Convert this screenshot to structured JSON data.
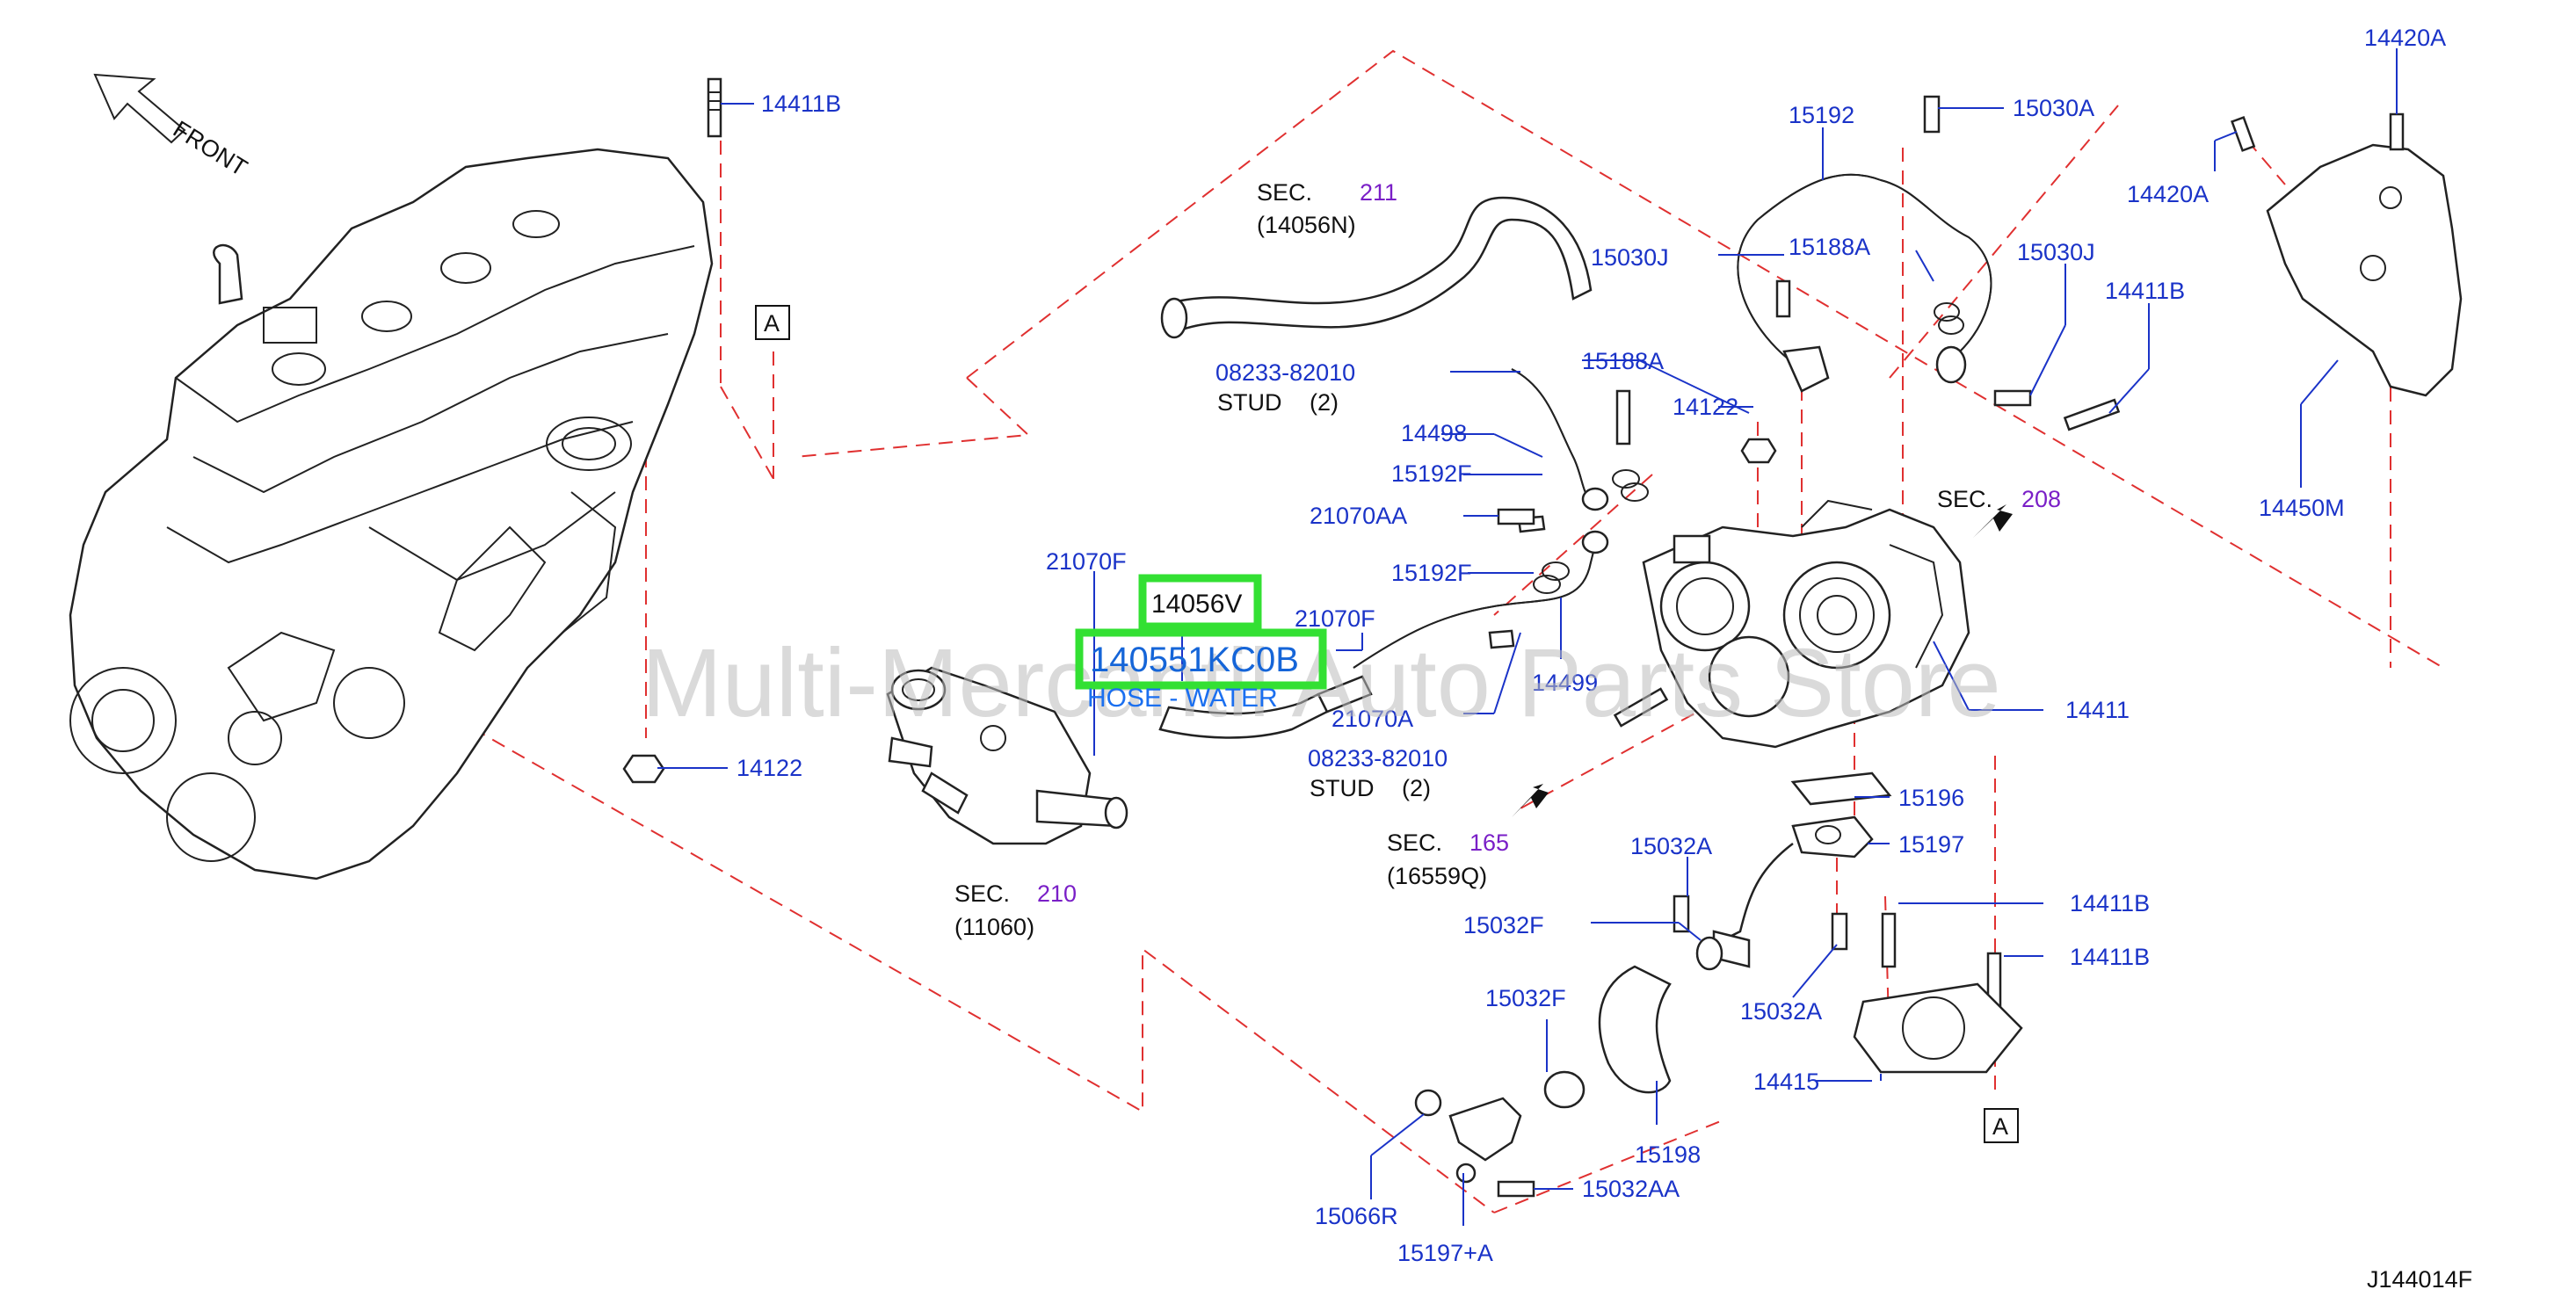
{
  "watermark": "Multi-Mercantil Auto Parts Store",
  "orientation": {
    "front_label": "FRONT"
  },
  "drawing_number": "J144014F",
  "reference_marks": {
    "left": "A",
    "right": "A"
  },
  "highlight": {
    "part_number": "14056V",
    "full_part_number": "140551KC0B",
    "description": "HOSE - WATER"
  },
  "section_refs": {
    "sec_211": {
      "sec": "SEC.",
      "num": "211",
      "sub": "(14056N)"
    },
    "sec_208": {
      "sec": "SEC.",
      "num": "208"
    },
    "sec_165": {
      "sec": "SEC.",
      "num": "165",
      "sub": "(16559Q)"
    },
    "sec_210": {
      "sec": "SEC.",
      "num": "210",
      "sub": "(11060)"
    }
  },
  "studs": {
    "upper": {
      "part": "08233-82010",
      "label": "STUD",
      "qty": "(2)"
    },
    "lower": {
      "part": "08233-82010",
      "label": "STUD",
      "qty": "(2)"
    }
  },
  "callouts": {
    "c14411B_top": "14411B",
    "c14122_bot": "14122",
    "c21070F_a": "21070F",
    "c21070F_b": "21070F",
    "c21070A": "21070A",
    "c14498": "14498",
    "c15192F_a": "15192F",
    "c21070AA": "21070AA",
    "c15192F_b": "15192F",
    "c14499": "14499",
    "c15188A_a": "15188A",
    "c14122_mid": "14122",
    "c15030J_a": "15030J",
    "c15192": "15192",
    "c15030A": "15030A",
    "c15188A_b": "15188A",
    "c15030J_b": "15030J",
    "c14411B_r": "14411B",
    "c14420A_a": "14420A",
    "c14420A_b": "14420A",
    "c14450M": "14450M",
    "c14411": "14411",
    "c15196": "15196",
    "c15197": "15197",
    "c15032A_a": "15032A",
    "c15032F_a": "15032F",
    "c15032A_b": "15032A",
    "c14411B_a": "14411B",
    "c14411B_b": "14411B",
    "c15032F_b": "15032F",
    "c14415": "14415",
    "c15198": "15198",
    "c15066R": "15066R",
    "c15032AA": "15032AA",
    "c15197A": "15197+A"
  },
  "colors": {
    "callout_text": "#1a33c8",
    "section_number": "#7a1fc7",
    "dashed_lines": "#e03030",
    "highlight_box": "#33e033",
    "highlight_text": "#1565d8"
  }
}
